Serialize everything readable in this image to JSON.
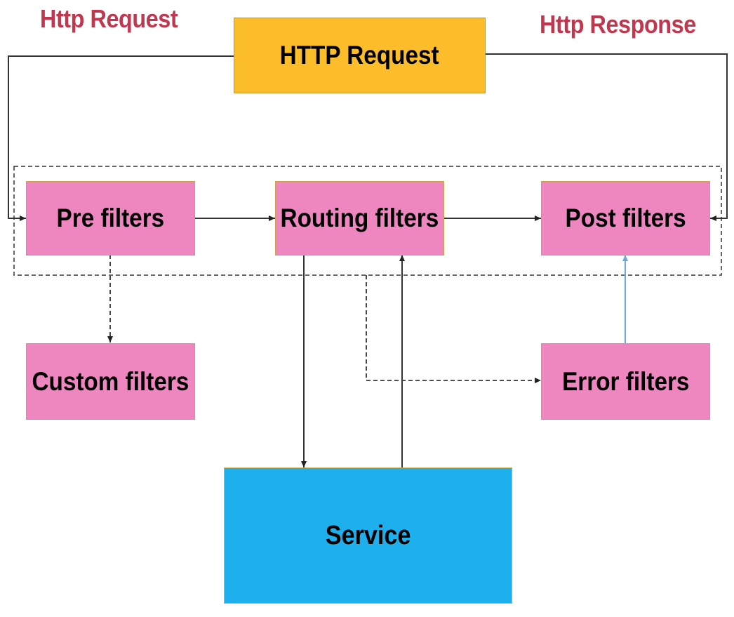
{
  "labels": {
    "request": "Http Request",
    "response": "Http Response"
  },
  "nodes": {
    "http_request": "HTTP Request",
    "pre_filters": "Pre filters",
    "routing_filters": "Routing filters",
    "post_filters": "Post filters",
    "custom_filters": "Custom filters",
    "error_filters": "Error filters",
    "service": "Service"
  },
  "colors": {
    "label_text": "#c0384f",
    "filter_fill": "#ee87c0",
    "request_fill": "#fcbd2b",
    "service_fill": "#1db0ec",
    "line": "#222222",
    "error_to_post_line": "#6fa8dc"
  }
}
